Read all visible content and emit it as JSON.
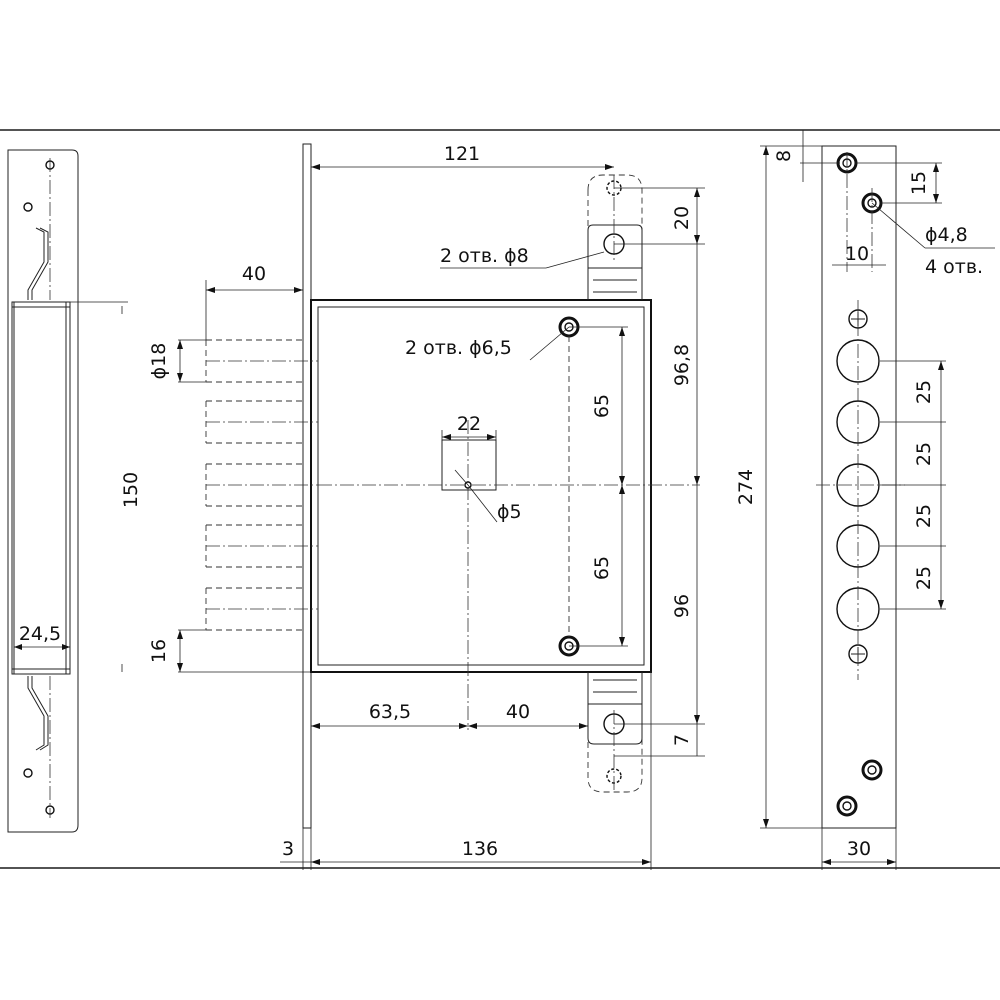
{
  "labels": {
    "d121": "121",
    "d40_top": "40",
    "d20": "20",
    "d2omb8": "2 отв. ϕ8",
    "d2omb65": "2 отв. ϕ6,5",
    "d18": "ϕ18",
    "d22": "22",
    "d5": "ϕ5",
    "d65_upper": "65",
    "d65_lower": "65",
    "d968": "96,8",
    "d96": "96",
    "d150": "150",
    "d245": "24,5",
    "d16": "16",
    "d635": "63,5",
    "d40_bottom": "40",
    "d7": "7",
    "d3": "3",
    "d136": "136",
    "d8": "8",
    "d15": "15",
    "d10": "10",
    "d48": "ϕ4,8",
    "d4omb": "4 отв.",
    "d274": "274",
    "d25a": "25",
    "d25b": "25",
    "d25c": "25",
    "d25d": "25",
    "d30": "30"
  }
}
